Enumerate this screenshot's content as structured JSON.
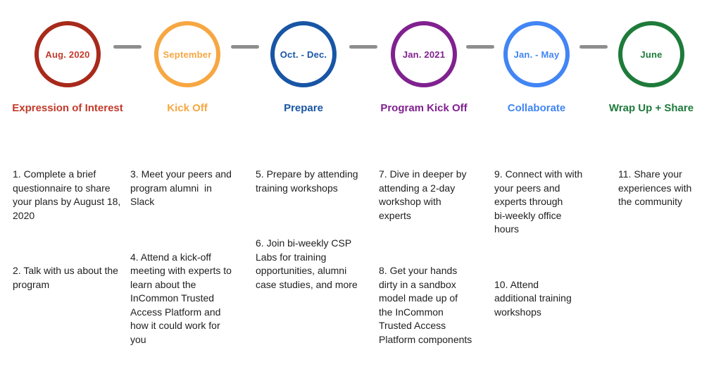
{
  "diagram": {
    "connector_color": "#8E8E8E",
    "text_color": "#1E1E1E",
    "background_color": "#FFFFFF",
    "steps": [
      {
        "date": "Aug. 2020",
        "title": "Expression of Interest",
        "ring_color": "#A82A1B",
        "label_color": "#C23A2B",
        "items": [
          "1. Complete a brief\nquestionnaire to share\nyour plans by August 18,\n2020",
          "2. Talk with us about the\nprogram"
        ]
      },
      {
        "date": "September",
        "title": "Kick Off",
        "ring_color": "#F7A742",
        "label_color": "#F7A742",
        "items": [
          "3. Meet your peers and\nprogram alumni  in\nSlack",
          "4. Attend a kick-off\nmeeting with experts to\nlearn about the\nInCommon Trusted\nAccess Platform and\nhow it could work for\nyou"
        ]
      },
      {
        "date": "Oct. - Dec.",
        "title": "Prepare",
        "ring_color": "#1855A5",
        "label_color": "#1855A5",
        "items": [
          "5. Prepare by attending\ntraining workshops",
          "6. Join bi-weekly CSP\nLabs for training\nopportunities, alumni\ncase studies, and more"
        ]
      },
      {
        "date": "Jan. 2021",
        "title": "Program Kick Off",
        "ring_color": "#80218F",
        "label_color": "#80218F",
        "items": [
          "7. Dive in deeper by\nattending a 2-day\nworkshop with\nexperts",
          "8. Get your hands\ndirty in a sandbox\nmodel made up of\nthe InCommon\nTrusted Access\nPlatform components"
        ]
      },
      {
        "date": "Jan. - May",
        "title": "Collaborate",
        "ring_color": "#4285F4",
        "label_color": "#4285F4",
        "items": [
          "9. Connect with with\nyour peers and\nexperts through\nbi-weekly office\nhours",
          "10. Attend\nadditional training\nworkshops"
        ]
      },
      {
        "date": "June",
        "title": "Wrap Up + Share",
        "ring_color": "#1E7B3A",
        "label_color": "#1E7B3A",
        "items": [
          "11. Share your\nexperiences with\nthe community"
        ]
      }
    ]
  }
}
